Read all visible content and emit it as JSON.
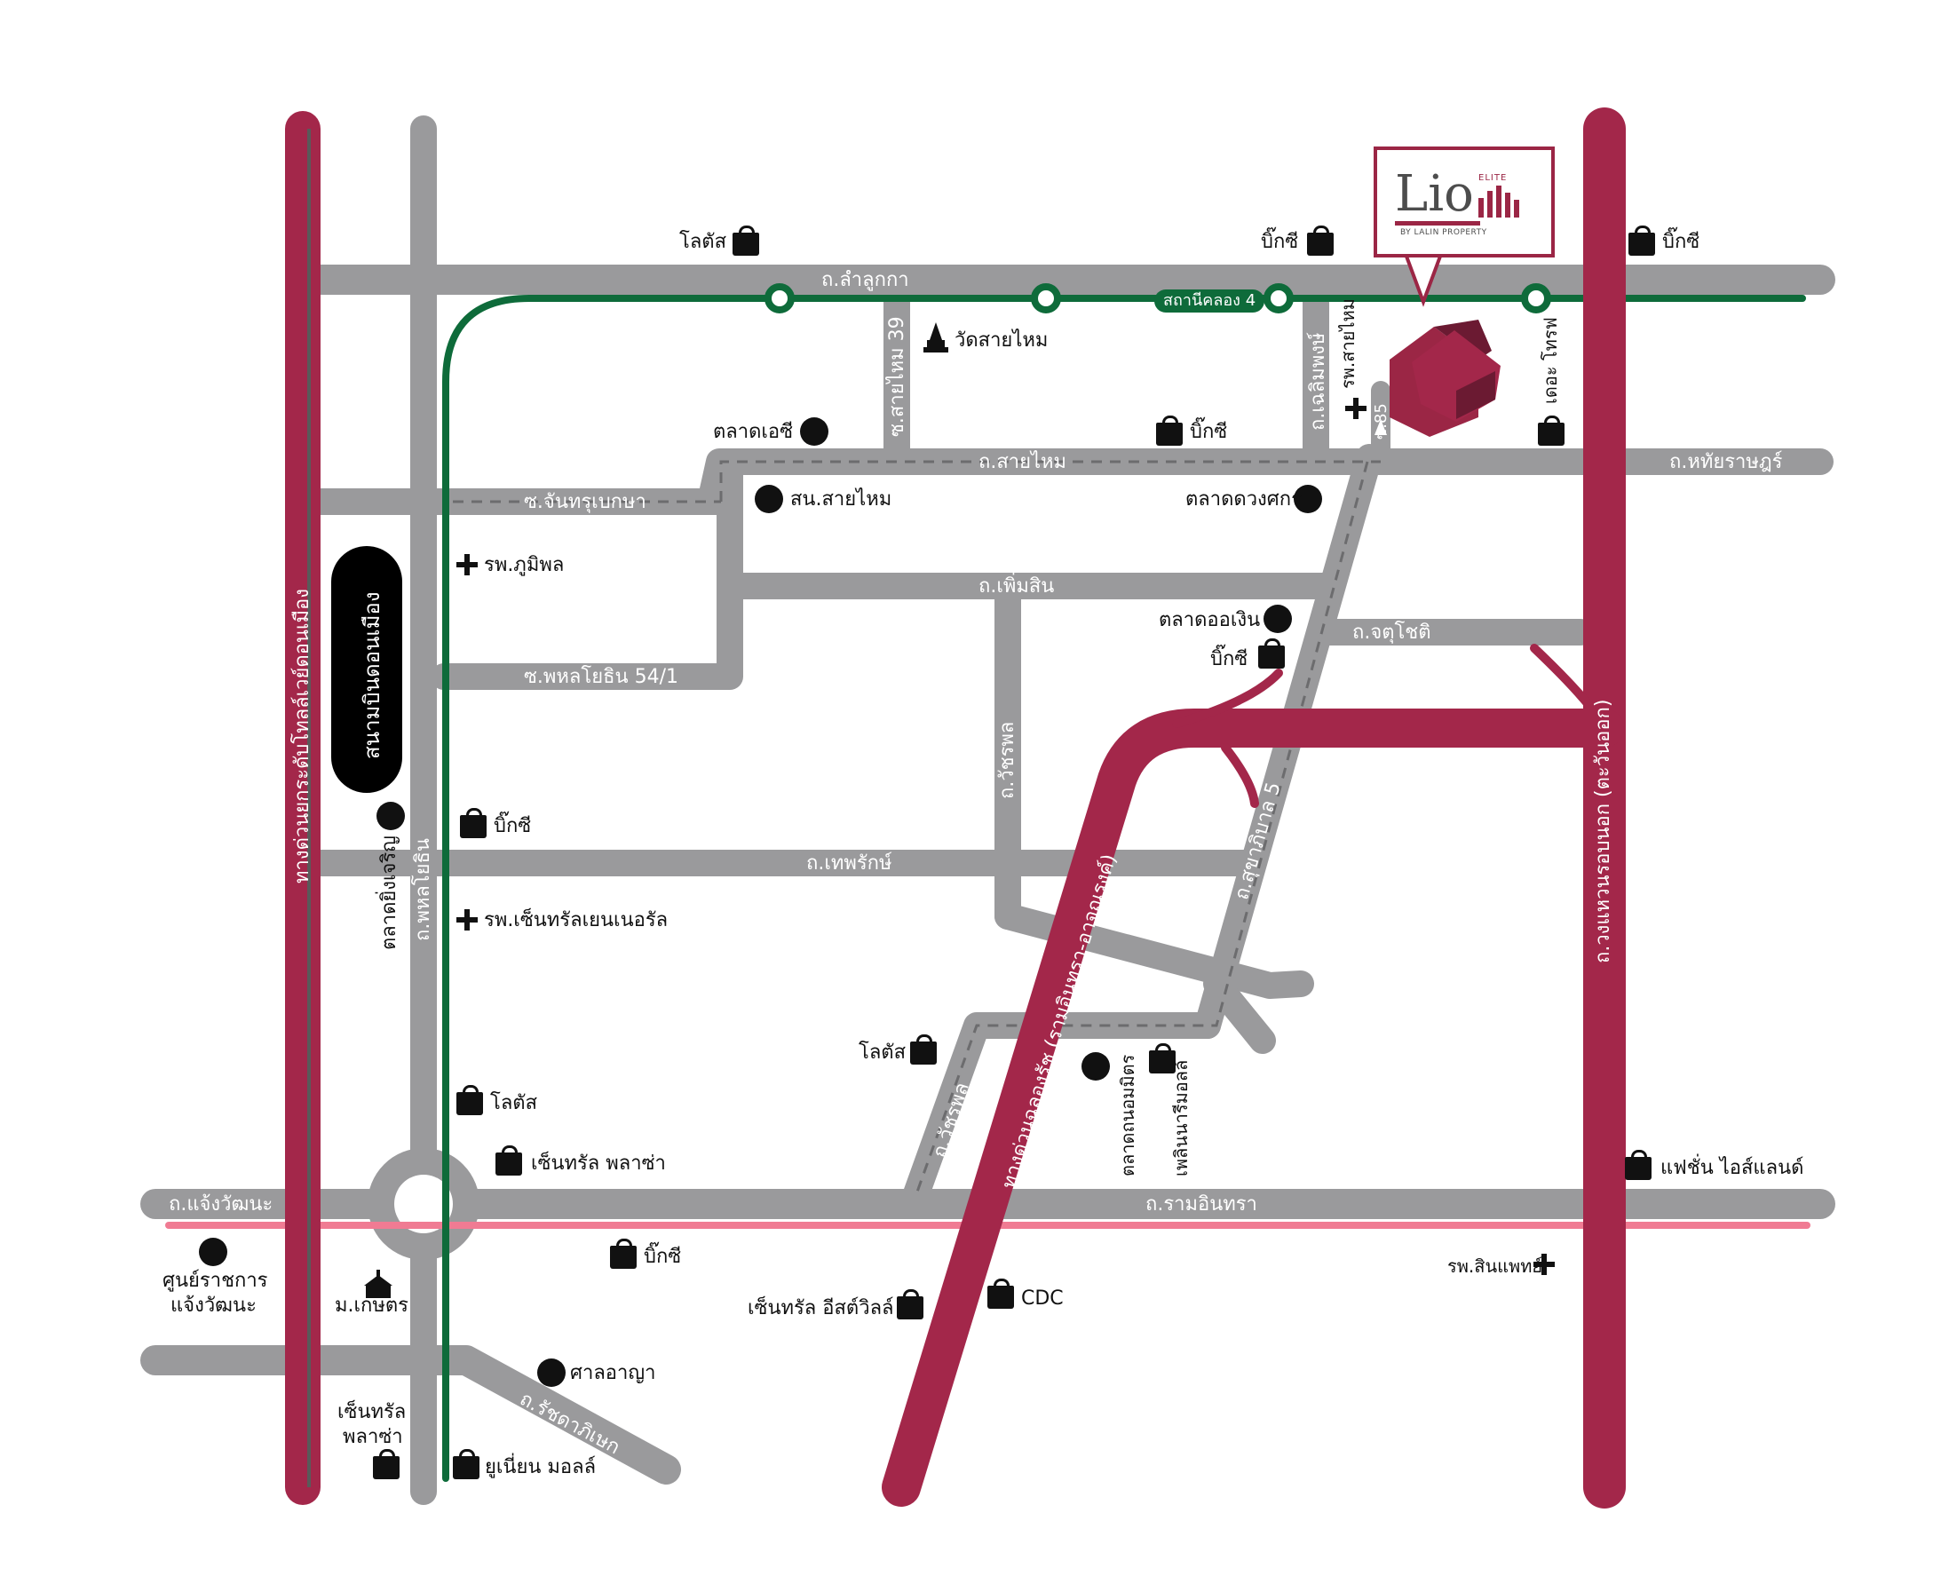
{
  "logo": {
    "brand": "Lio",
    "tag": "ELITE",
    "byline": "BY LALIN PROPERTY"
  },
  "station": {
    "label": "สถานีคลอง 4"
  },
  "roads": {
    "lumlukka": "ถ.ลำลูกกา",
    "saimai": "ถ.สายไหม",
    "hathairat": "ถ.หทัยราษฎร์",
    "phermsin": "ถ.เพิ่มสิน",
    "chatuchot": "ถ.จตุโชติ",
    "theprak": "ถ.เทพรักษ์",
    "ramintra": "ถ.รามอินทรา",
    "chaengwattana": "ถ.แจ้งวัฒนะ",
    "ratchadaphisek": "ถ.รัชดาภิเษก",
    "phahonyothin": "ถ.พหลโยธิน",
    "watcharaphon": "ถ.วัชรพล",
    "watcharaphon2": "ถ.วัชรพล",
    "sukhaphiban5": "ถ.สุขาภิบาล 5",
    "expressway_chalong": "ทางด่วนฉลองรัช (รามอินทรา-อาจณรงค์)",
    "outer_ring": "ถ.วงแหวนรอบนอก (ตะวันออก)",
    "donmueang_tollway": "ทางด่วนยกระดับโทลล์เวย์ดอนเมือง",
    "chanthrubeksa": "ซ.จันทรุเบกษา",
    "phahon54": "ซ.พหลโยธิน 54/1",
    "saimai39": "ซ.สายไหม 39",
    "soi85": "ซ.85",
    "chalermphong": "ถ.เฉลิมพงษ์",
    "the_trop": "เดอะ โทรฟ"
  },
  "places": {
    "lotus_top": "โลตัส",
    "bigc_top1": "บิ๊กซี",
    "bigc_top2": "บิ๊กซี",
    "wat_saimai": "วัดสายไหม",
    "talad_ac": "ตลาดเอซี",
    "bigc_saimai": "บิ๊กซี",
    "son_saimai": "สน.สายไหม",
    "talad_duangsakorn": "ตลาดดวงศกร",
    "rp_saimai": "รพ.สายไหม",
    "rp_bhumibol": "รพ.ภูมิพล",
    "talad_orngoen": "ตลาดออเงิน",
    "bigc_orngoen": "บิ๊กซี",
    "airport": "สนามบินดอนเมือง",
    "talad_yingcharoen": "ตลาดยิ่งเจริญ",
    "bigc_theprak": "บิ๊กซี",
    "rp_central": "รพ.เซ็นทรัลเยนเนอรัล",
    "lotus_phahon": "โลตัส",
    "central_plaza": "เซ็นทรัล พลาซ่า",
    "lotus_watcharaphon": "โลตัส",
    "talad_nommit": "ตลาดถนอมมิตร",
    "fashion_island": "แฟชั่น ไอส์แลนด์",
    "plearnary": "เพลินนารีมอลล์",
    "govt_center_1": "ศูนย์ราชการ",
    "govt_center_2": "แจ้งวัฒนะ",
    "kasetsart": "ม.เกษตร",
    "bigc_ramintra": "บิ๊กซี",
    "central_eastville": "เซ็นทรัล อีสต์วิลล์",
    "cdc": "CDC",
    "rp_sinphaet": "รพ.สินแพทย์",
    "court": "ศาลอาญา",
    "central_lad_1": "เซ็นทรัล",
    "central_lad_2": "พลาซ่า",
    "union_mall": "ยูเนี่ยน มอลล์"
  },
  "colors": {
    "road": "#9a9a9c",
    "expressway": "#a3274a",
    "btsgreen": "#0e6b3a",
    "pinkline": "#f07b93",
    "brand": "#9b2645"
  }
}
